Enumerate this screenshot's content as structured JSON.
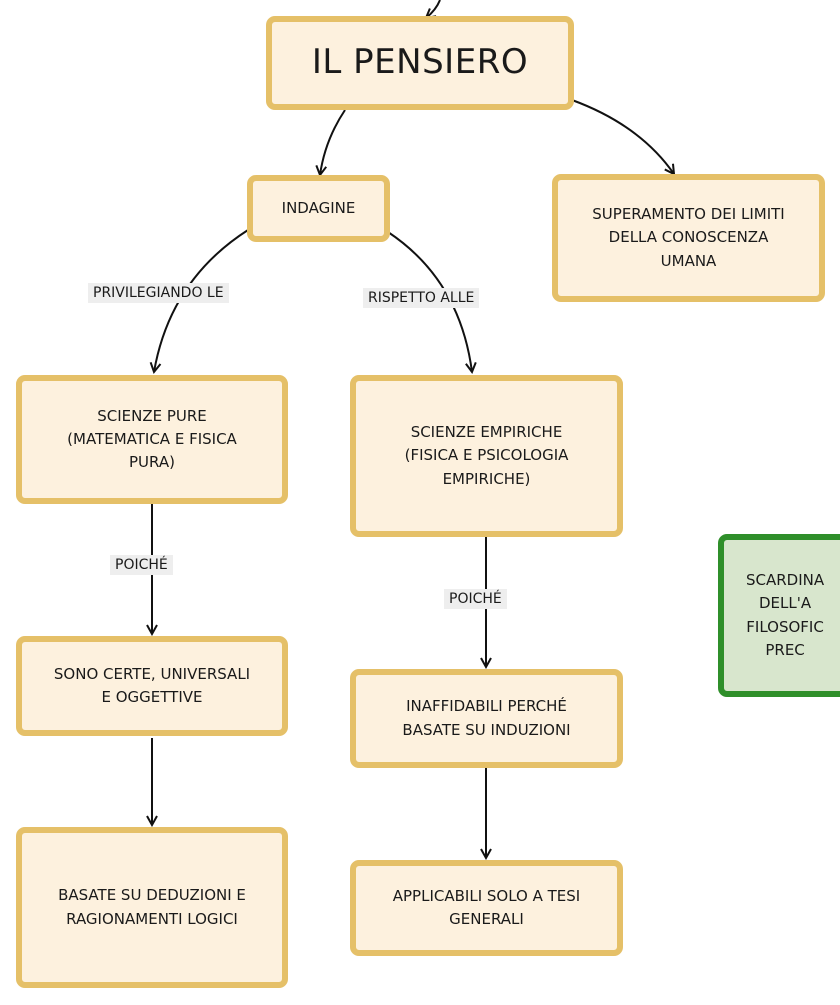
{
  "nodes": {
    "pensiero": "IL PENSIERO",
    "indagine": "INDAGINE",
    "superamento": "SUPERAMENTO DEI LIMITI\nDELLA CONOSCENZA\nUMANA",
    "scienze_pure": "SCIENZE PURE\n(MATEMATICA E FISICA\nPURA)",
    "scienze_empiriche": "SCIENZE EMPIRICHE\n(FISICA E PSICOLOGIA\nEMPIRICHE)",
    "certe": "SONO CERTE, UNIVERSALI\nE OGGETTIVE",
    "inaffidabili": "INAFFIDABILI PERCHÉ\nBASATE SU INDUZIONI",
    "deduzioni": "BASATE SU DEDUZIONI E\nRAGIONAMENTI LOGICI",
    "applicabili": "APPLICABILI SOLO A TESI\nGENERALI",
    "scardina": "SCARDINA\nDELL'A\nFILOSOFIC\nPREC"
  },
  "edge_labels": {
    "privilegiando": "PRIVILEGIANDO LE",
    "rispetto": "RISPETTO ALLE",
    "poiche_left": "POICHÉ",
    "poiche_right": "POICHÉ"
  },
  "colors": {
    "node_fill": "#fdf1de",
    "node_border": "#e5c068",
    "green_fill": "#d8e6cd",
    "green_border": "#2f8f2a",
    "label_bg": "#eeeeee"
  }
}
